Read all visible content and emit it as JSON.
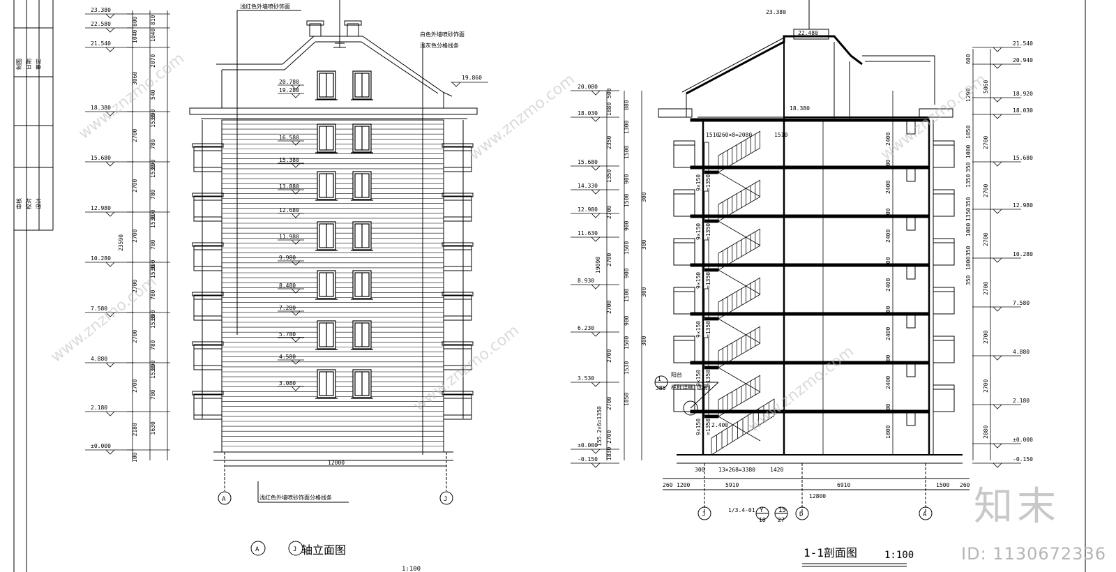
{
  "left_elevation": {
    "elevation_marks": [
      "23.380",
      "22.580",
      "21.540",
      "18.380",
      "15.680",
      "12.980",
      "10.280",
      "7.580",
      "4.880",
      "2.180",
      "±0.000"
    ],
    "dims_outer": [
      "800",
      "1040",
      "3060",
      "2700",
      "2700",
      "2700",
      "2700",
      "2700",
      "2700",
      "2180",
      "100"
    ],
    "dims_total": "23590",
    "dims_inner": [
      "810",
      "1040",
      "2070",
      "540",
      "390",
      "1530",
      "780",
      "390",
      "1530",
      "780",
      "390",
      "1530",
      "780",
      "390",
      "1530",
      "780",
      "390",
      "1530",
      "780",
      "390",
      "1530",
      "780",
      "1630"
    ],
    "floor_marks": [
      "20.780",
      "19.280",
      "16.580",
      "15.380",
      "13.880",
      "12.680",
      "11.980",
      "9.980",
      "8.480",
      "7.280",
      "5.780",
      "4.580",
      "3.080"
    ],
    "right_mark": "19.860",
    "notes": [
      "浅红色外墙喷砂饰面",
      "白色外墙喷砂饰面",
      "浅灰色分格线条",
      "浅红色外墙喷砂饰面分格线条"
    ],
    "width_dim": "12000",
    "axis_left": "A",
    "axis_right": "J",
    "title_axis_a": "A",
    "title_axis_j": "J",
    "title": "轴立面图",
    "scale": "1:100"
  },
  "section": {
    "left_elev_marks": [
      "20.080",
      "18.030",
      "15.680",
      "14.330",
      "12.980",
      "11.630",
      "8.930",
      "6.230",
      "3.530",
      "±0.000",
      "-0.150"
    ],
    "left_dims_a": [
      "500",
      "1880",
      "2350",
      "1350",
      "2700",
      "2700",
      "2700",
      "2700",
      "2700",
      "2700",
      "1830"
    ],
    "left_dims_b": [
      "880",
      "1300",
      "1500",
      "900",
      "1500",
      "900",
      "1500",
      "900",
      "1500",
      "900",
      "1500",
      "1530",
      "1050"
    ],
    "left_dims_c": [
      "300",
      "300",
      "300",
      "300"
    ],
    "total_label": "19090",
    "bottom_label": "155.2×6=1350",
    "stair_labels": [
      "9×150",
      "=1350"
    ],
    "top_marks": [
      "23.380",
      "22.480",
      "18.380"
    ],
    "right_elev_marks": [
      "21.540",
      "20.940",
      "18.920",
      "18.030",
      "15.680",
      "12.980",
      "10.280",
      "7.580",
      "4.880",
      "2.180",
      "±0.000",
      "-0.150"
    ],
    "right_dims_a": [
      "600",
      "1290",
      "1050",
      "1000",
      "350",
      "1350",
      "350",
      "1350",
      "1000",
      "350",
      "1000",
      "350"
    ],
    "right_dims_b": [
      "5060",
      "2700",
      "2700",
      "2700",
      "2700",
      "2700",
      "2700",
      "2080"
    ],
    "mid_dims": [
      "2400",
      "300",
      "2400",
      "300",
      "2400",
      "300",
      "2400",
      "300",
      "2400",
      "300",
      "2400",
      "300",
      "1800"
    ],
    "callout_number": "1",
    "callout_sheet": "JB5",
    "callout_label_a": "阳台",
    "callout_label_b": "栏杆详细(选用)",
    "stair_top_dims": [
      "1510",
      "260×8=2080",
      "1510"
    ],
    "ground_dims": [
      "300",
      "13×268=3380",
      "1420"
    ],
    "level_2400": "2.400",
    "bottom_dims_row1": [
      "260",
      "1200",
      "5910",
      "6910",
      "1500",
      "260"
    ],
    "bottom_dims_total": "12800",
    "axis_labels": [
      "J",
      "Y",
      "15",
      "D",
      "A"
    ],
    "axis_sub": [
      "18",
      "27"
    ],
    "small_note": "1/3.4-01",
    "title": "1-1剖面图",
    "scale": "1:100"
  },
  "left_titleblock": {
    "labels": [
      "审核",
      "校对",
      "设计",
      "制图",
      "日期",
      "审定"
    ]
  },
  "watermark": {
    "site": "www.znzmo.com",
    "logo": "知末",
    "id": "ID: 1130672336"
  },
  "colors": {
    "line": "#000000",
    "watermark": "#bdbdbd"
  }
}
